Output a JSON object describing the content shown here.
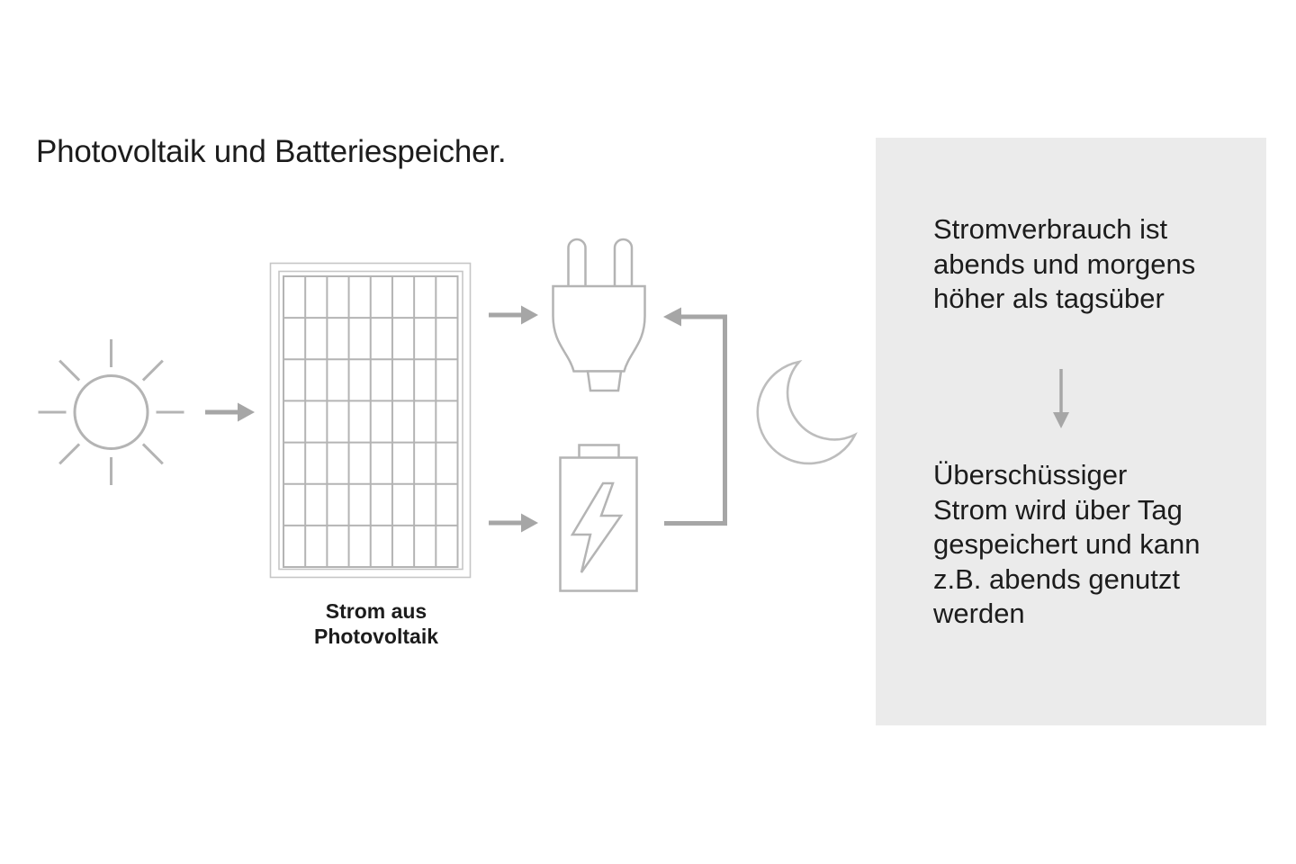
{
  "title": "Photovoltaik und Batteriespeicher.",
  "diagram": {
    "sun": {
      "icon": "sun-icon"
    },
    "flow": {
      "arrow1": "sun-to-solar-panel",
      "arrow2": "solar-panel-to-plug",
      "arrow3": "solar-panel-to-battery",
      "return_line": "battery-to-plug"
    },
    "solar_panel": {
      "icon": "solar-panel-icon",
      "grid": {
        "cols": 8,
        "rows": 7
      },
      "label_lines": [
        "Strom aus",
        "Photovoltaik"
      ]
    },
    "plug": {
      "icon": "plug-icon"
    },
    "battery": {
      "icon": "battery-lightning-icon"
    },
    "moon": {
      "icon": "moon-icon"
    }
  },
  "info_panel": {
    "paragraph1_lines": [
      "Stromverbrauch ist",
      "abends und morgens",
      "höher als tagsüber"
    ],
    "paragraph2_lines": [
      "Überschüssiger",
      "Strom wird über Tag",
      "gespeichert und kann",
      "z.B. abends genutzt",
      "werden"
    ]
  },
  "colors": {
    "icon_gray": "#b4b4b4",
    "frame_gray": "#c6c6c6",
    "moon_gray": "#bdbdbd",
    "arrow_gray": "#a6a6a6",
    "text": "#1c1c1c",
    "panel_background": "#ebebeb"
  }
}
